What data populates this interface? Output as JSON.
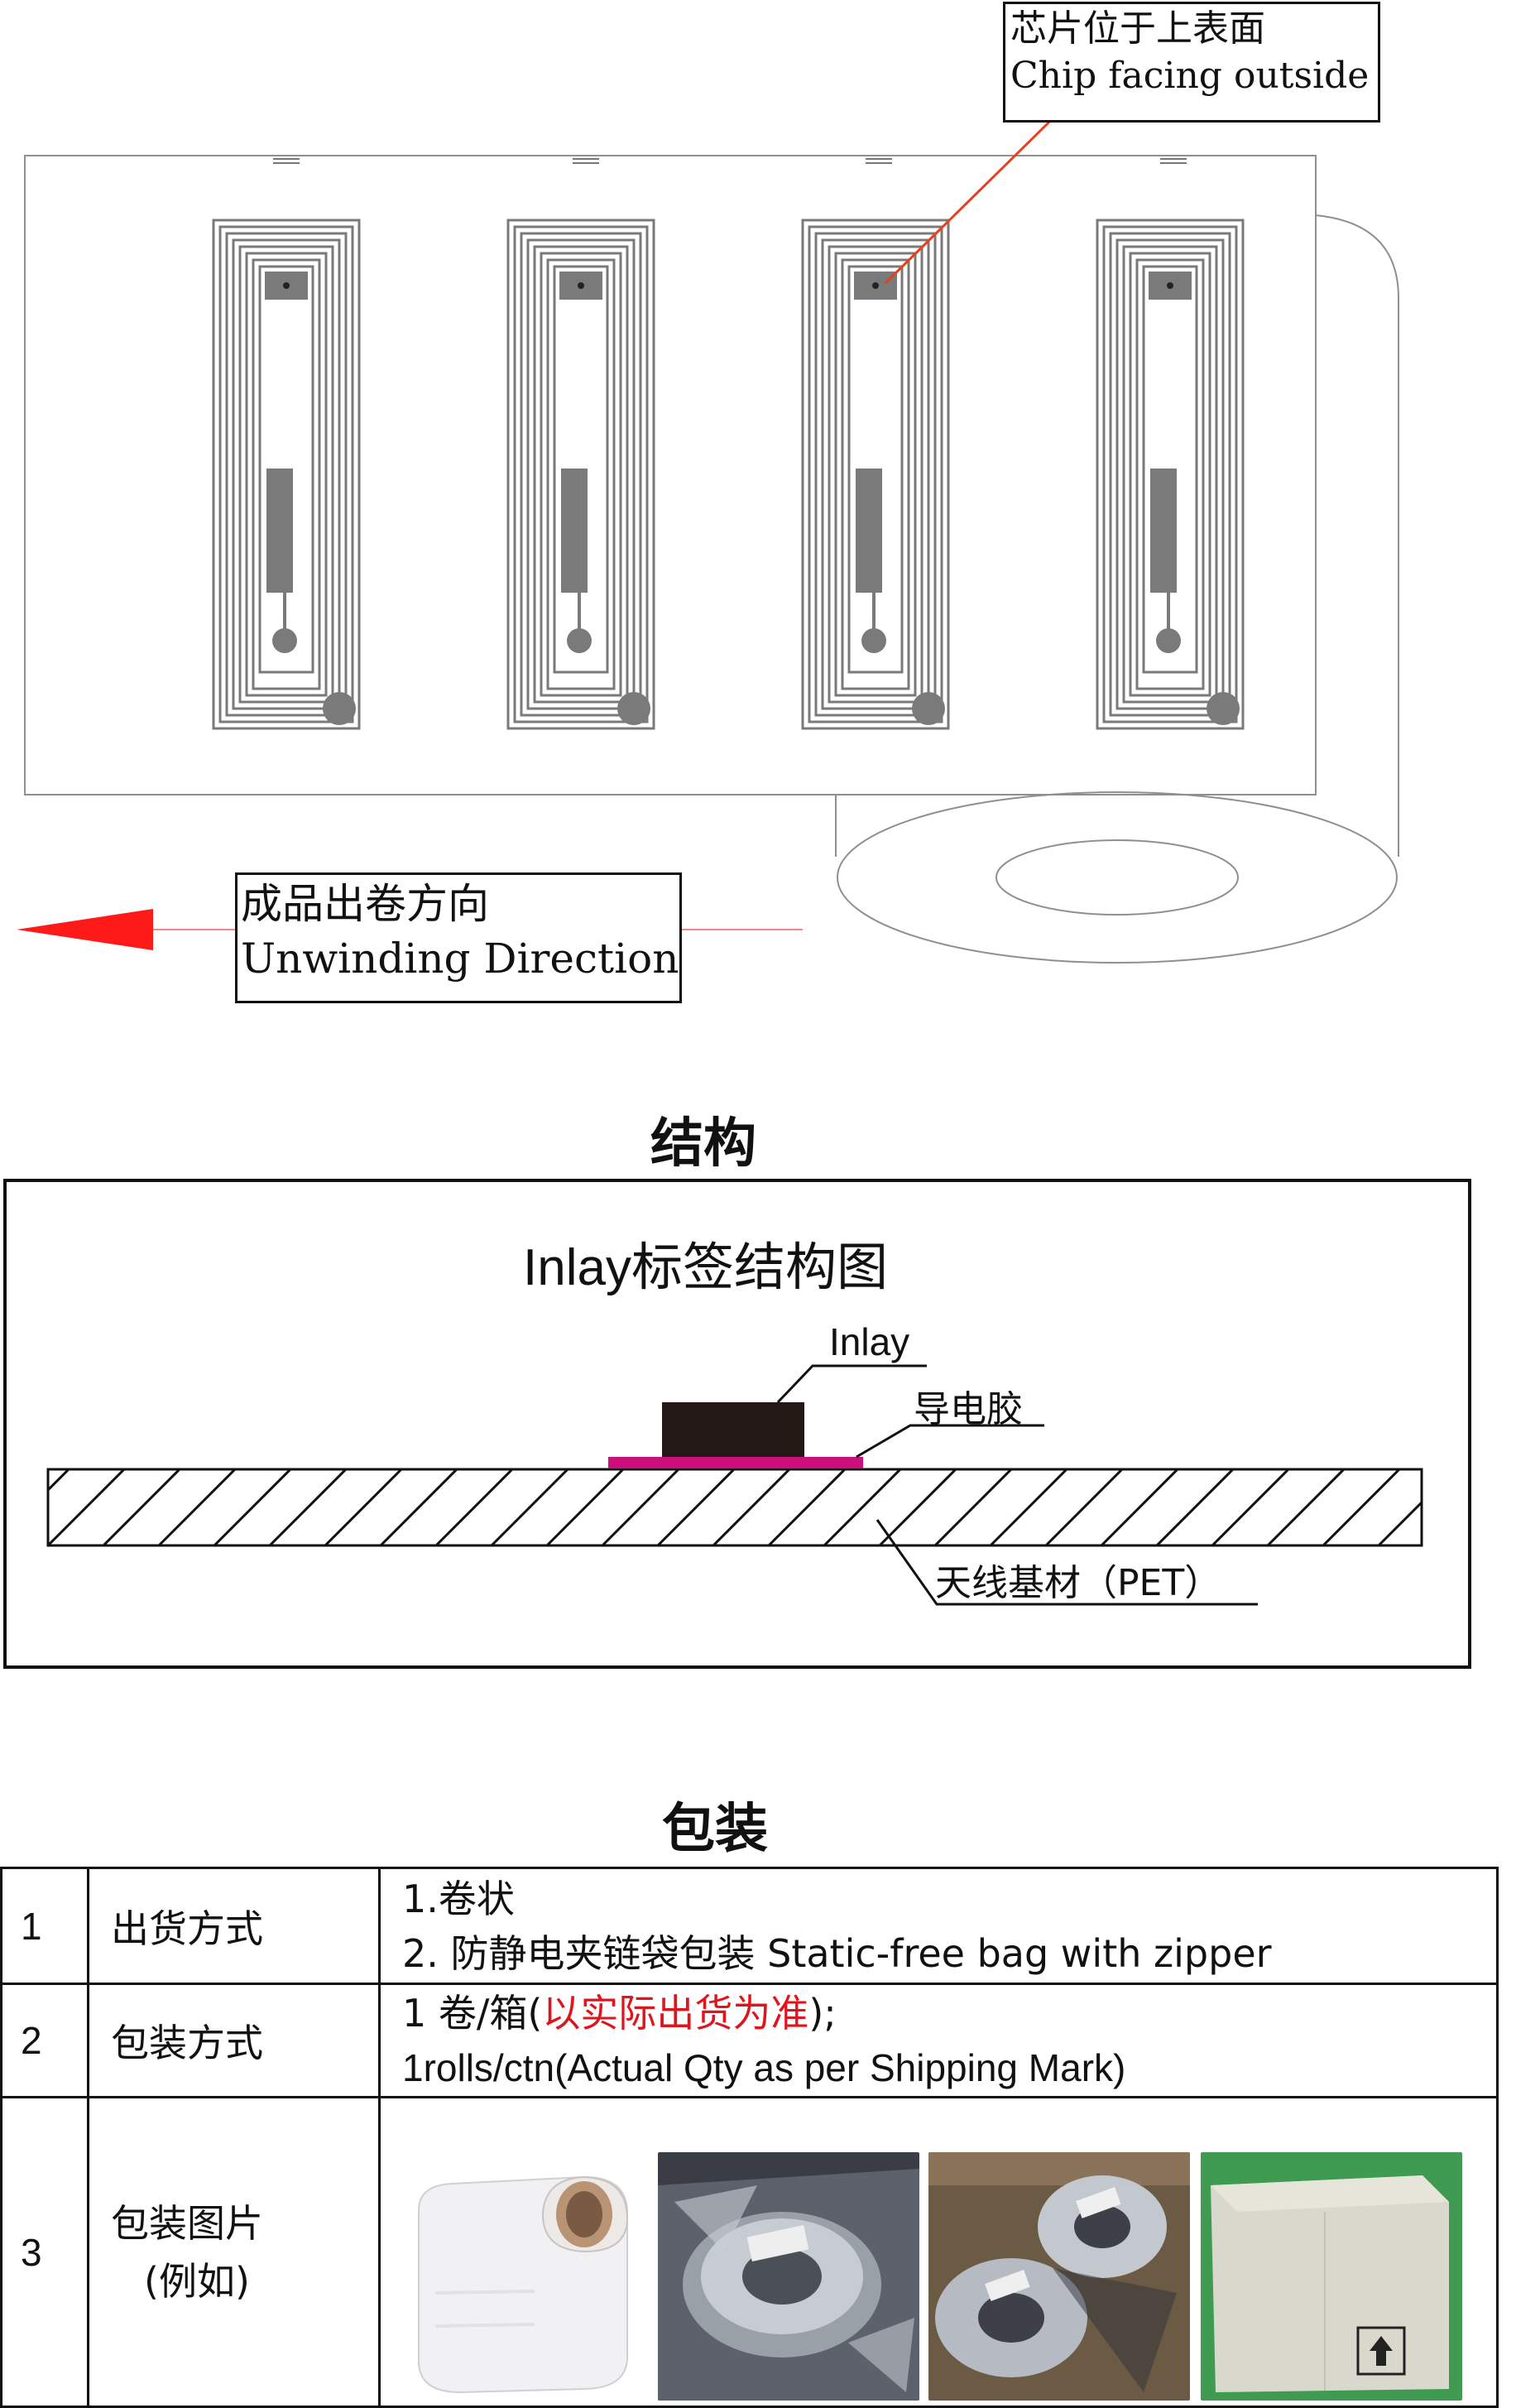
{
  "callout_chip": {
    "line1": "芯片位于上表面",
    "line2": "Chip facing outside"
  },
  "callout_direction": {
    "line1": "成品出卷方向",
    "line2": "Unwinding Direction"
  },
  "section_structure": {
    "heading": "结构",
    "diagram_title": "Inlay标签结构图",
    "label_inlay": "Inlay",
    "label_adhesive": "导电胶",
    "label_substrate": "天线基材（PET）"
  },
  "section_packaging": {
    "heading": "包装",
    "rows": [
      {
        "num": "1",
        "name": "出货方式",
        "line1": "1.卷状",
        "line2": "2.  防静电夹链袋包装 Static-free bag with zipper"
      },
      {
        "num": "2",
        "name": "包装方式",
        "line1_prefix": "1 卷/箱(",
        "line1_red": "以实际出货为准",
        "line1_suffix": ");",
        "line2": "1rolls/ctn(Actual Qty as per Shipping Mark)"
      },
      {
        "num": "3",
        "name": "包装图片",
        "name_sub": "(例如)"
      }
    ]
  },
  "colors": {
    "arrow_red": "#ff1a1a",
    "leader_red": "#e8401c",
    "adhesive_magenta": "#cc0f7a",
    "inlay_dark": "#231815",
    "antenna_gray": "#7a7a7a",
    "note_red": "#e0141c"
  },
  "icons": [
    "unwind-arrow-icon",
    "up-arrow-icon"
  ]
}
